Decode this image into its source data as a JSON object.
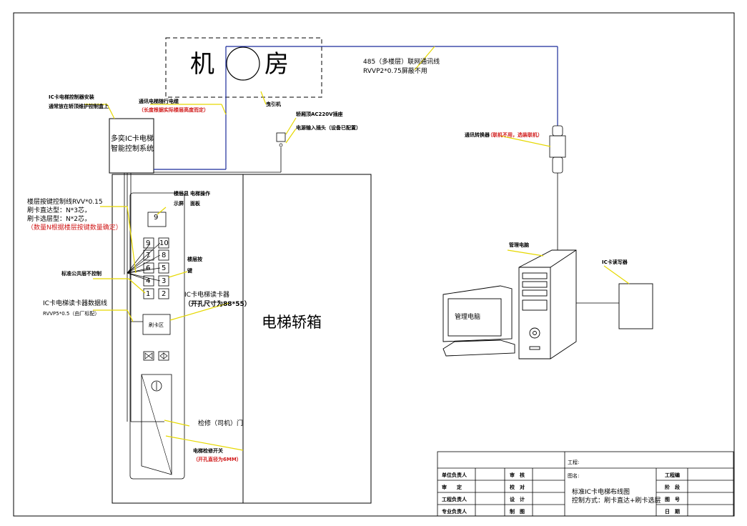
{
  "machine_room": {
    "left": "机",
    "right": "房"
  },
  "controller": {
    "line1": "多奕IC卡电梯",
    "line2": "智能控制系统"
  },
  "car_label": "电梯轿箱",
  "floor_display": "9",
  "buttons": [
    "9",
    "10",
    "7",
    "8",
    "6",
    "5",
    "4",
    "3",
    "1",
    "2"
  ],
  "card_reader_box": "刷卡区",
  "pc_screen_label": "管理电脑",
  "annotations": {
    "controller_install": [
      "IC卡电梯控制器安装",
      "通常放在轿顶维护控制盒上"
    ],
    "travel_cable": [
      "通讯电梯随行电缆",
      "（长度根据实际楼层高度而定）"
    ],
    "traction": "曳引机",
    "power": [
      "轿厢顶AC220V插座",
      "电源输入插头（设备已配置）"
    ],
    "rs485": [
      "485（多楼层）联网通讯线",
      "RVVP2*0.75屏蔽不用"
    ],
    "converter": [
      "通讯转换器",
      "（联机不用，选装联机）"
    ],
    "mgmt_pc": "管理电脑",
    "card_writer": "IC卡读写器",
    "floor_key_line": [
      "楼层按键控制线RVV*0.15",
      "刷卡直达型：N*3芯，",
      "刷卡选层型：N*2芯，",
      "（数量N根据楼层按键数量确定）"
    ],
    "floor_display_label": [
      "楼层显",
      "示屏"
    ],
    "operation_panel": [
      "电梯操作",
      "面板"
    ],
    "floor_buttons": [
      "楼层按",
      "键"
    ],
    "standard_public": "标准公共层不控制",
    "reader_label": [
      "IC卡电梯读卡器",
      "（开孔尺寸为88*55）"
    ],
    "reader_cable": [
      "IC卡电梯读卡器数据线",
      "RVVP5*0.5（由厂标配）"
    ],
    "service_door": "检修（司机）门",
    "service_switch": [
      "电梯检修开关",
      "（开孔直径为6MM）"
    ]
  },
  "title_block": {
    "project": "工程:",
    "drawing_name_label": "图名:",
    "drawing_title": "标准IC卡电梯布线图",
    "control_mode": "控制方式：刷卡直达+刷卡选层",
    "left_rows": [
      "单位负责人",
      "审　　定",
      "工程负责人",
      "专业负责人"
    ],
    "mid_rows": [
      "审　核",
      "校　对",
      "设　计",
      "制　图"
    ],
    "right_rows": [
      "工程编",
      "阶　段",
      "图　号",
      "日　期"
    ]
  }
}
